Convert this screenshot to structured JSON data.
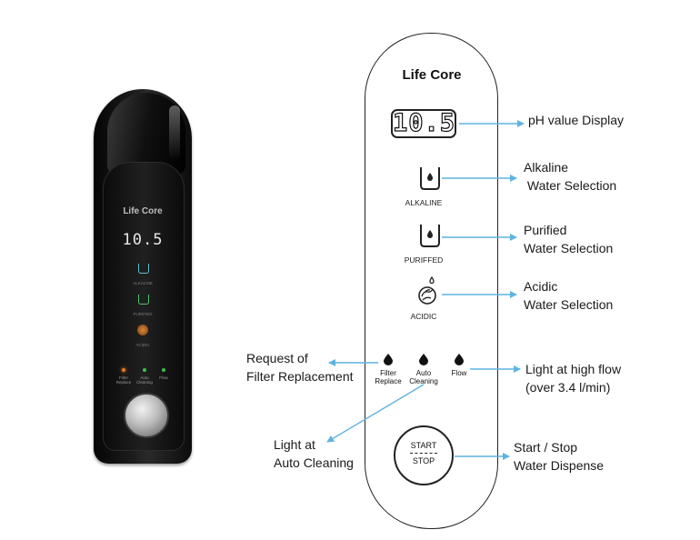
{
  "device": {
    "brand": "Life Core",
    "ph_value": "10.5",
    "alkaline_label": "ALKALINE",
    "purified_label": "PURIFIED",
    "acidic_label": "ACIDIC",
    "filter_label": "Filter Replace",
    "auto_label": "Auto Cleaning",
    "flow_label": "Flow"
  },
  "panel": {
    "brand": "Life Core",
    "ph_value": "10.5",
    "alkaline_label": "ALKALINE",
    "purified_label": "PURIFFED",
    "acidic_label": "ACIDIC",
    "filter_label_1": "Filter",
    "filter_label_2": "Replace",
    "auto_label_1": "Auto",
    "auto_label_2": "Cleaning",
    "flow_label": "Flow",
    "start_label": "START",
    "stop_label": "STOP"
  },
  "callouts": {
    "ph": "pH value Display",
    "alkaline_1": "Alkaline",
    "alkaline_2": " Water Selection",
    "purified_1": "Purified",
    "purified_2": "Water Selection",
    "acidic_1": "Acidic",
    "acidic_2": "Water Selection",
    "flow_1": "Light at high flow",
    "flow_2": "(over 3.4 l/min)",
    "filter_1": "Request of",
    "filter_2": "Filter Replacement",
    "auto_1": "Light at",
    "auto_2": "Auto Cleaning",
    "start_1": "Start / Stop",
    "start_2": "Water Dispense"
  },
  "colors": {
    "arrow": "#5fb3e0",
    "alkaline_led": "#5fbfd0",
    "purified_led": "#4fc46a",
    "acidic_led": "#d98a3a",
    "filter_led": "#e07a30",
    "auto_led": "#3cbf4a",
    "flow_led": "#3cbf4a"
  }
}
